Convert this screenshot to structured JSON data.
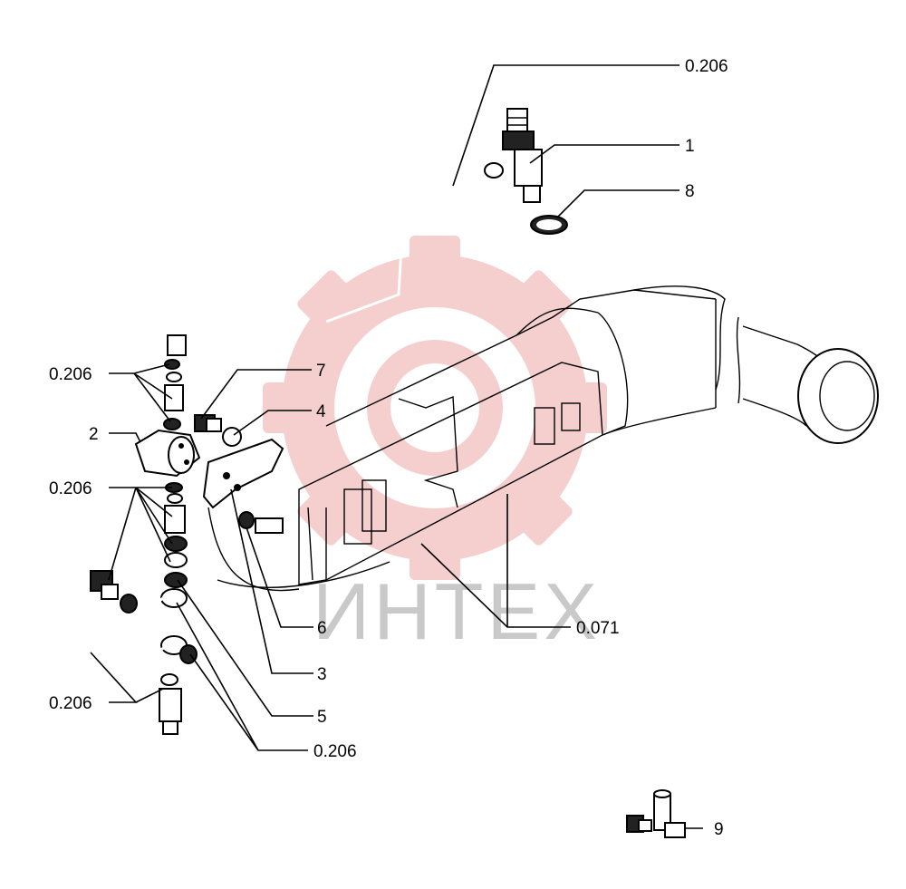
{
  "watermark": {
    "text": "ИНТЕХ",
    "gear_color": "#f4c9c9",
    "text_color": "#c9c9c9"
  },
  "callouts": {
    "top_hose": "0.206",
    "item_1": "1",
    "item_8": "8",
    "item_7": "7",
    "item_4": "4",
    "item_2": "2",
    "left_upper": "0.206",
    "left_middle": "0.206",
    "left_lower": "0.206",
    "bottom_center": "0.206",
    "item_6": "6",
    "item_3": "3",
    "item_5": "5",
    "frame": "0.071",
    "item_9": "9"
  }
}
